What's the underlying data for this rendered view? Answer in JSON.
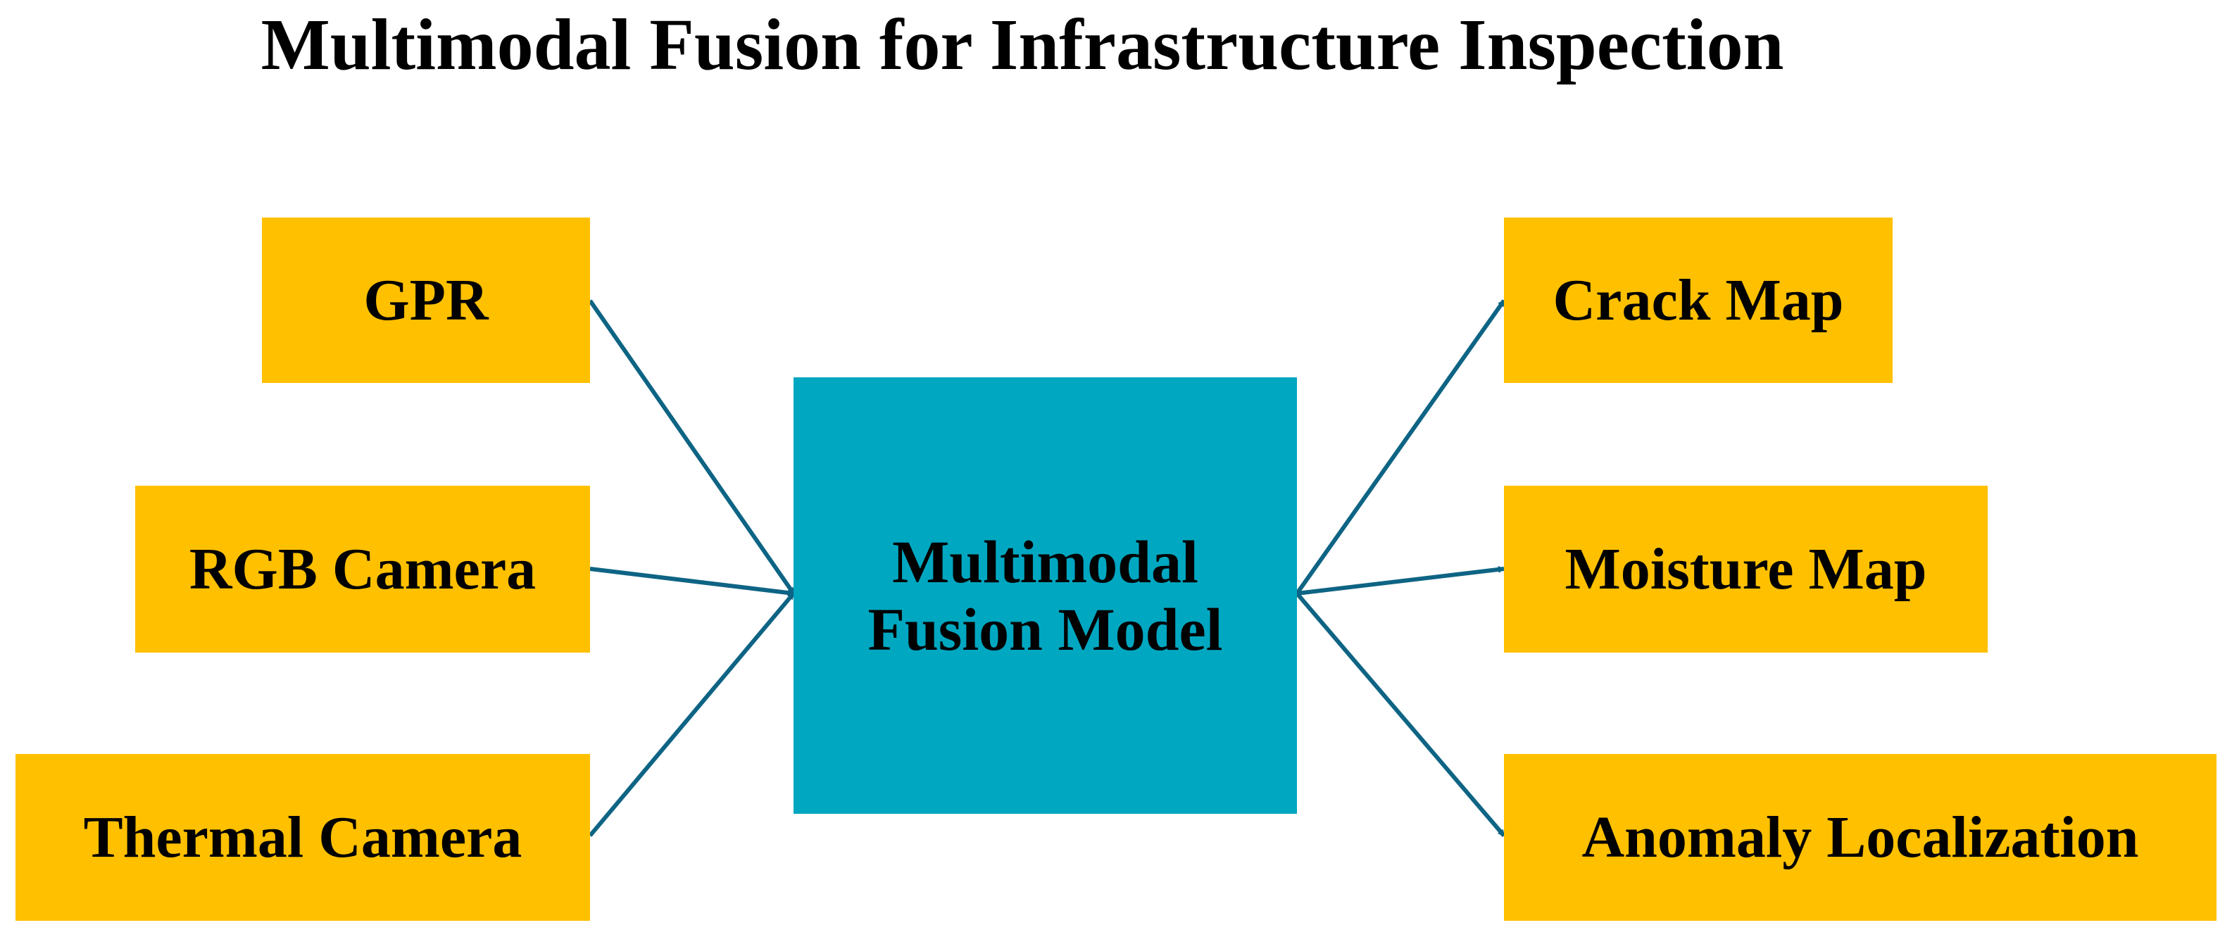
{
  "title": "Multimodal Fusion for Infrastructure Inspection",
  "colors": {
    "input_box": "#FFC000",
    "output_box": "#FFC000",
    "core_box": "#00A7C1",
    "arrow": "#0E6484",
    "text": "#000000"
  },
  "inputs": [
    {
      "label": "GPR"
    },
    {
      "label": "RGB Camera"
    },
    {
      "label": "Thermal Camera"
    }
  ],
  "core": {
    "line1": "Multimodal",
    "line2": "Fusion Model"
  },
  "outputs": [
    {
      "label": "Crack Map"
    },
    {
      "label": "Moisture Map"
    },
    {
      "label": "Anomaly Localization"
    }
  ]
}
